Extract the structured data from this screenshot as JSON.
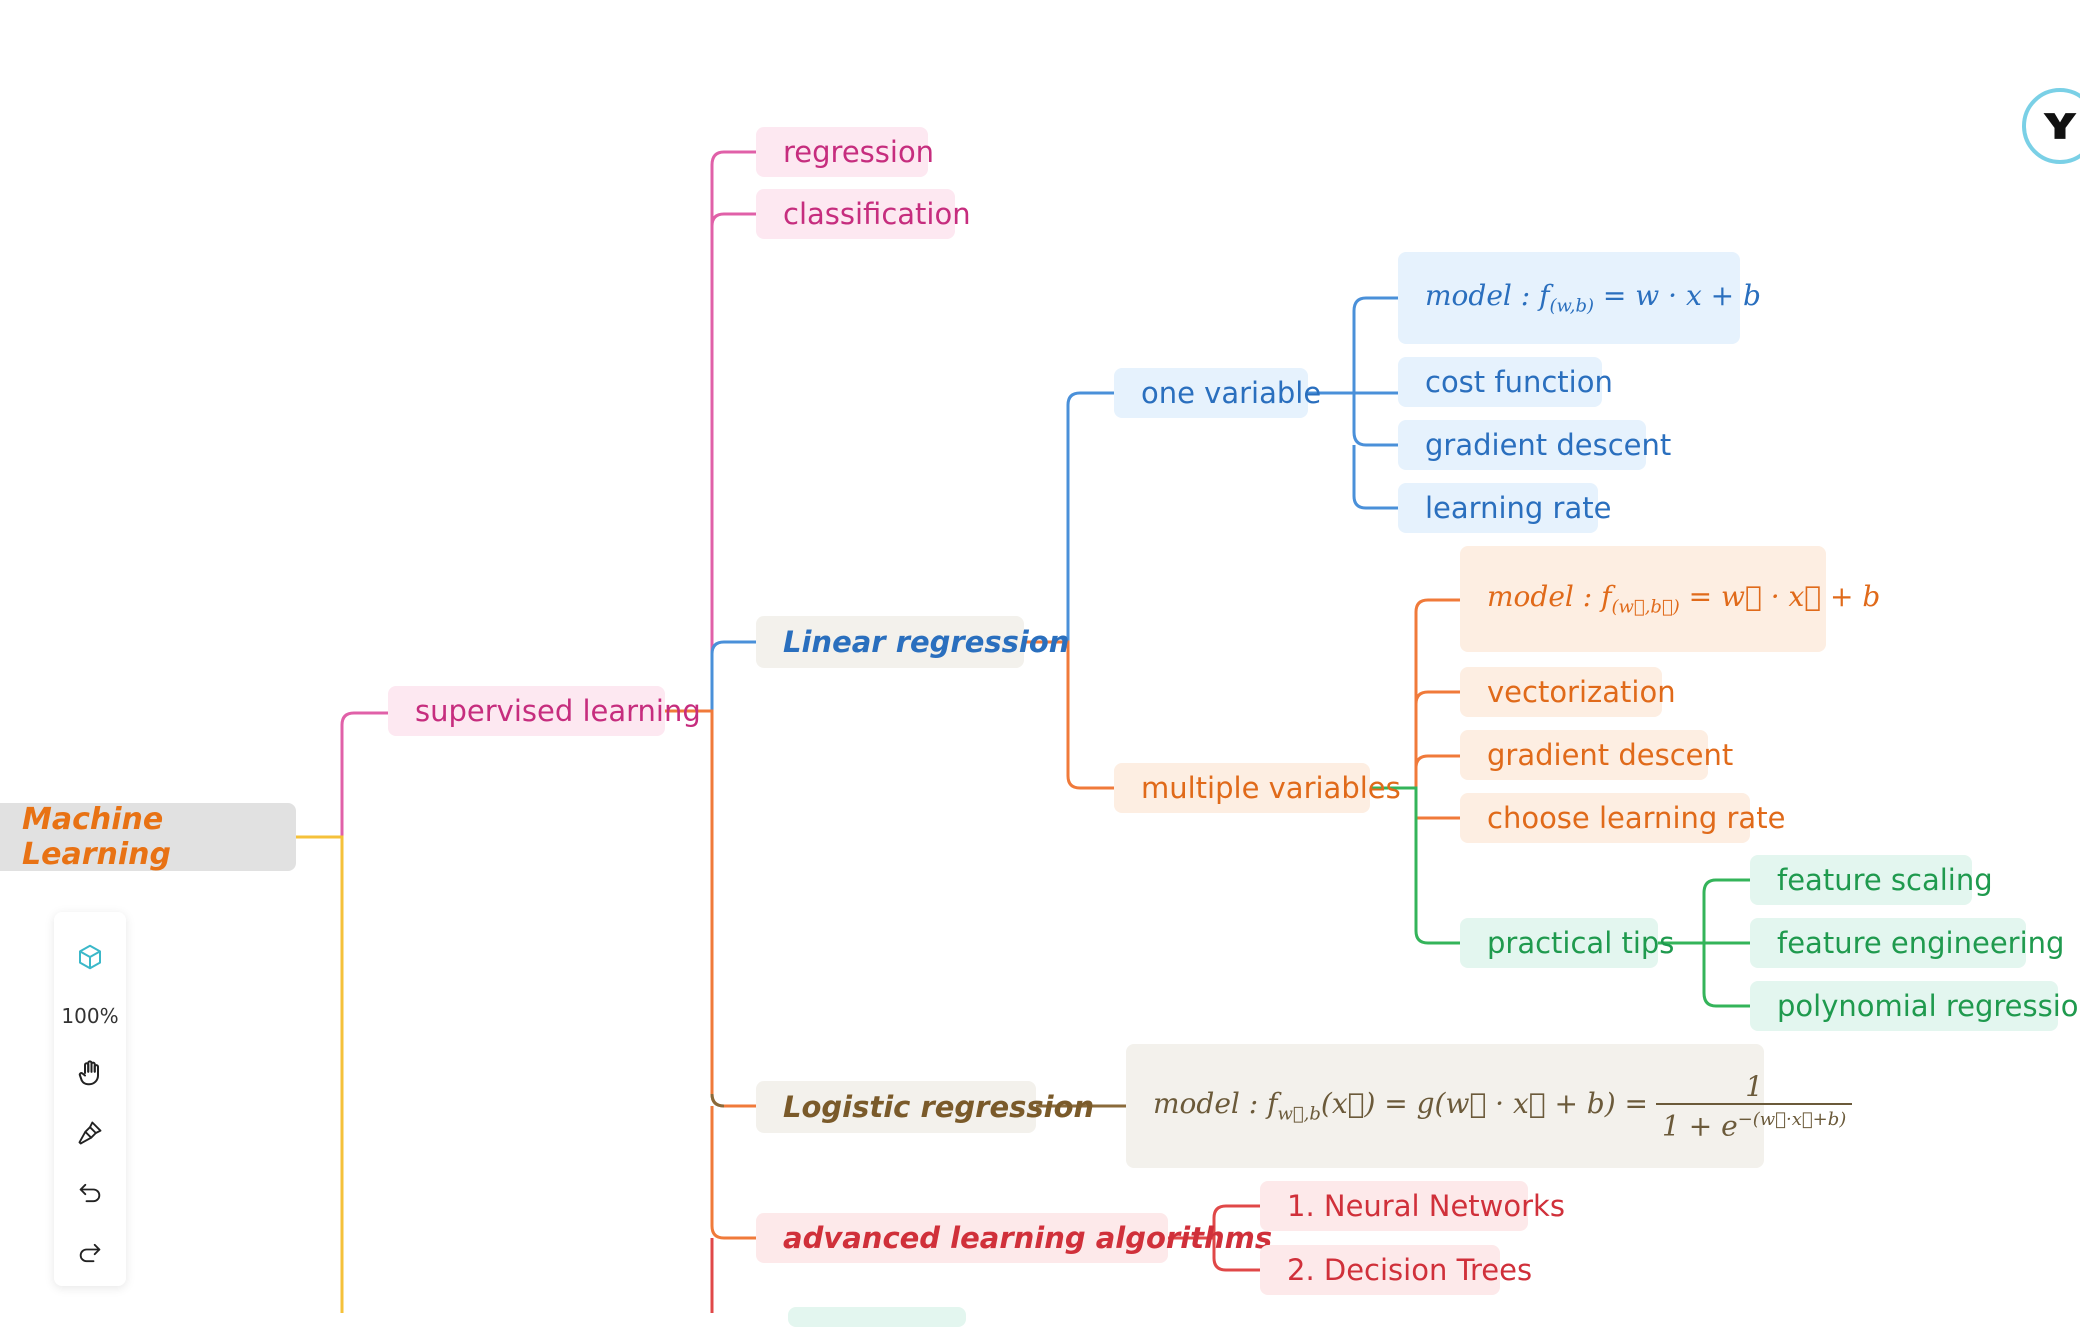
{
  "root": {
    "label": "Machine Learning"
  },
  "branches": {
    "supervised": {
      "label": "supervised learning"
    },
    "regression": {
      "label": "regression"
    },
    "classification": {
      "label": "classification"
    },
    "linear": {
      "label": "Linear regression"
    },
    "one_variable": {
      "label": "one variable"
    },
    "one_var_model": {
      "label": "model : f(w,b) = w · x + b"
    },
    "cost_function": {
      "label": "cost function"
    },
    "gradient_descent_1": {
      "label": "gradient descent"
    },
    "learning_rate": {
      "label": "learning rate"
    },
    "multiple_variables": {
      "label": "multiple variables"
    },
    "multi_model": {
      "label": "model : f(w,b) = w · x + b"
    },
    "vectorization": {
      "label": "vectorization"
    },
    "gradient_descent_2": {
      "label": "gradient descent"
    },
    "choose_learning_rate": {
      "label": "choose learning rate"
    },
    "practical_tips": {
      "label": "practical tips"
    },
    "feature_scaling": {
      "label": "feature scaling"
    },
    "feature_engineering": {
      "label": "feature engineering"
    },
    "polynomial_regression": {
      "label": "polynomial regression"
    },
    "logistic": {
      "label": "Logistic regression"
    },
    "logistic_model": {
      "label": "model : f w,b (x) = g(w · x + b) = 1 / (1 + e^-(w·x+b))"
    },
    "advanced": {
      "label": "advanced learning algorithms"
    },
    "neural_networks": {
      "label": "1. Neural Networks"
    },
    "decision_trees": {
      "label": "2. Decision Trees"
    }
  },
  "toolbar": {
    "zoom": "100%"
  },
  "colors": {
    "pink": "#e060a8",
    "blue": "#4a90d9",
    "orange": "#f07a3a",
    "green": "#34b45a",
    "brown": "#8a6a3a",
    "yellow": "#f5c13a",
    "red": "#e04848"
  }
}
